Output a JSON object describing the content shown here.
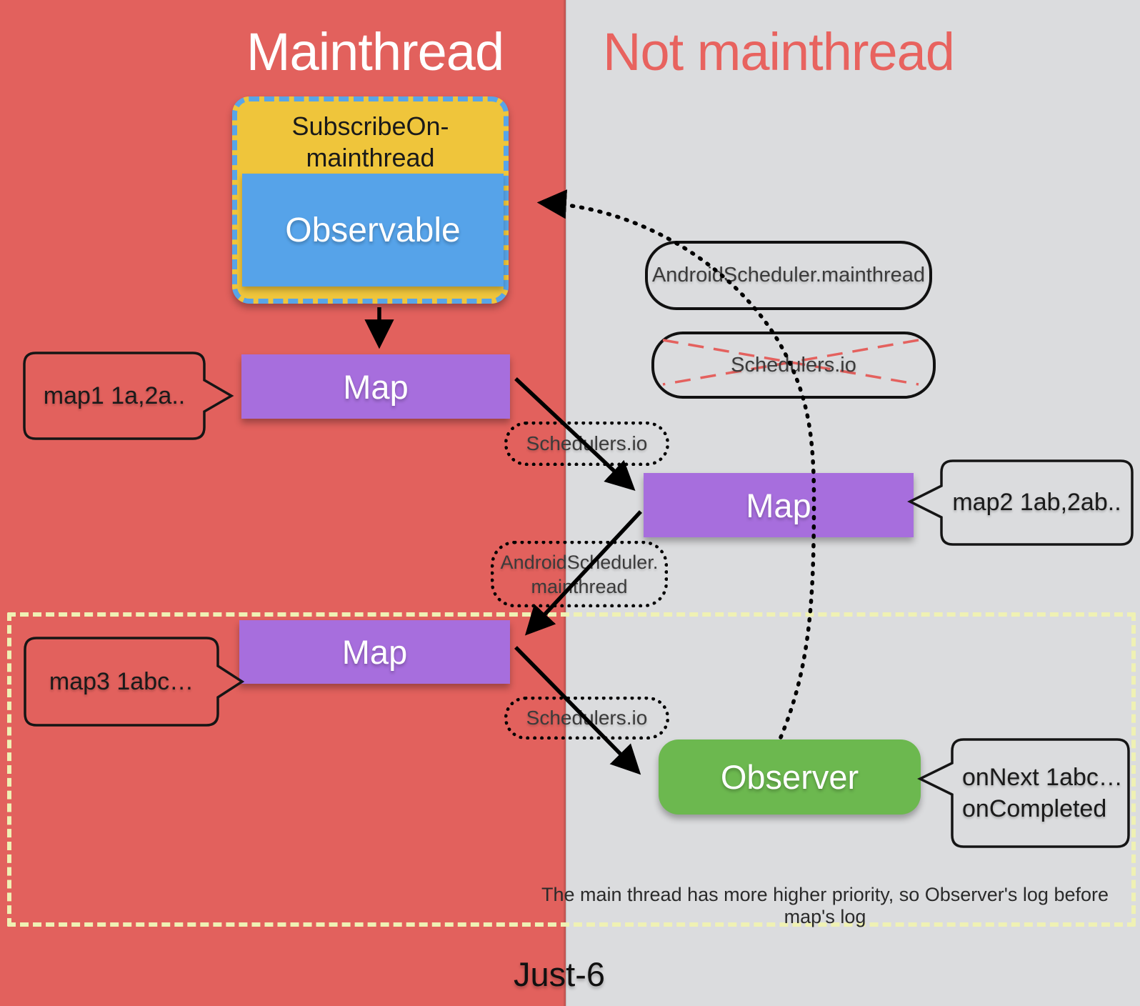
{
  "colors": {
    "mainthread_bg": "#e2615d",
    "not_mainthread_bg": "#dbdcde",
    "subscribe_box_fill": "#efc53b",
    "subscribe_box_border": "#58a5e8",
    "observable_fill": "#56a3e9",
    "map_fill": "#a76edd",
    "observer_fill": "#6cb84f",
    "highlight_dash": "#eff1b4",
    "crossout_dash": "#e4615e"
  },
  "header": {
    "left_title": "Mainthread",
    "right_title": "Not mainthread"
  },
  "subscribe_on": {
    "line1": "SubscribeOn-",
    "line2": "mainthread",
    "observable": "Observable"
  },
  "nodes": {
    "map1": "Map",
    "map2": "Map",
    "map3": "Map",
    "observer": "Observer"
  },
  "callouts": {
    "map1": "map1  1a,2a..",
    "map2": "map2  1ab,2ab..",
    "map3": "map3  1abc…",
    "observer_line1": "onNext  1abc…",
    "observer_line2": "onCompleted"
  },
  "scheduler_labels": {
    "android_solid": "AndroidScheduler.mainthread",
    "io_crossed": "Schedulers.io",
    "io_dotted_upper": "Schedulers.io",
    "android_dotted_line1": "AndroidScheduler.",
    "android_dotted_line2": "mainthread",
    "io_dotted_lower": "Schedulers.io"
  },
  "note": "The main thread has more higher priority,  so Observer's log before map's log",
  "footer": "Just-6"
}
